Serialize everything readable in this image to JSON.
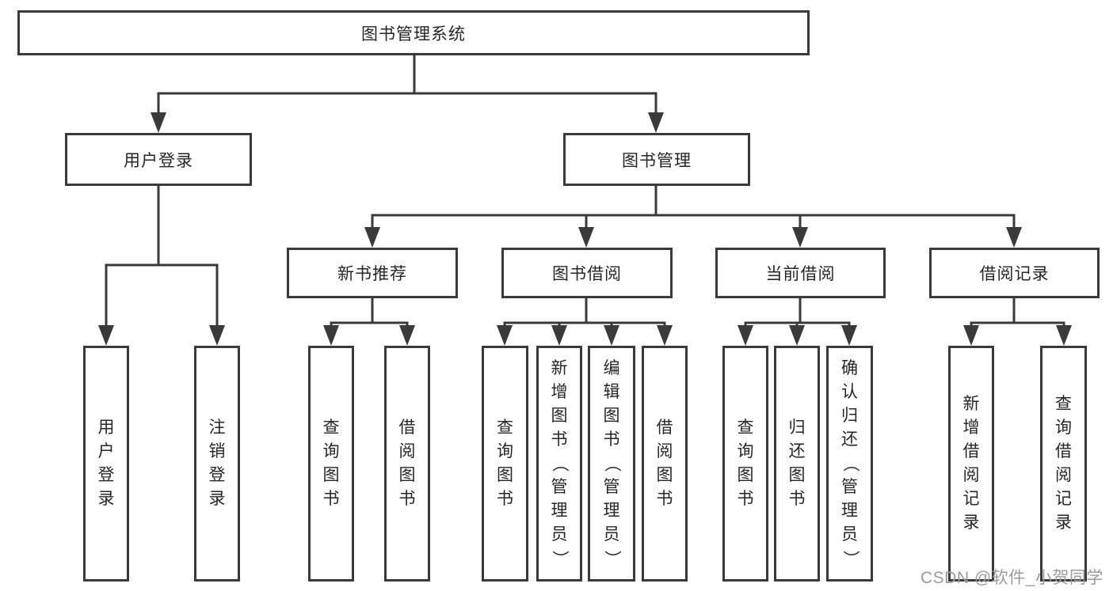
{
  "diagram": {
    "root": {
      "label": "图书管理系统"
    },
    "user_login": {
      "label": "用户登录",
      "children": [
        {
          "label": "用户登录"
        },
        {
          "label": "注销登录"
        }
      ]
    },
    "book_mgmt": {
      "label": "图书管理",
      "children": [
        {
          "label": "新书推荐",
          "children": [
            {
              "label": "查询图书"
            },
            {
              "label": "借阅图书"
            }
          ]
        },
        {
          "label": "图书借阅",
          "children": [
            {
              "label": "查询图书"
            },
            {
              "label": "新增图书（管理员）"
            },
            {
              "label": "编辑图书（管理员）"
            },
            {
              "label": "借阅图书"
            }
          ]
        },
        {
          "label": "当前借阅",
          "children": [
            {
              "label": "查询图书"
            },
            {
              "label": "归还图书"
            },
            {
              "label": "确认归还（管理员）"
            }
          ]
        },
        {
          "label": "借阅记录",
          "children": [
            {
              "label": "新增借阅记录"
            },
            {
              "label": "查询借阅记录"
            }
          ]
        }
      ]
    }
  },
  "watermark": {
    "text": "CSDN @软件_小贺同学"
  },
  "colors": {
    "line": "#3a3a3a",
    "text": "#262626",
    "watermark": "#9b9b9b",
    "background": "#ffffff"
  }
}
